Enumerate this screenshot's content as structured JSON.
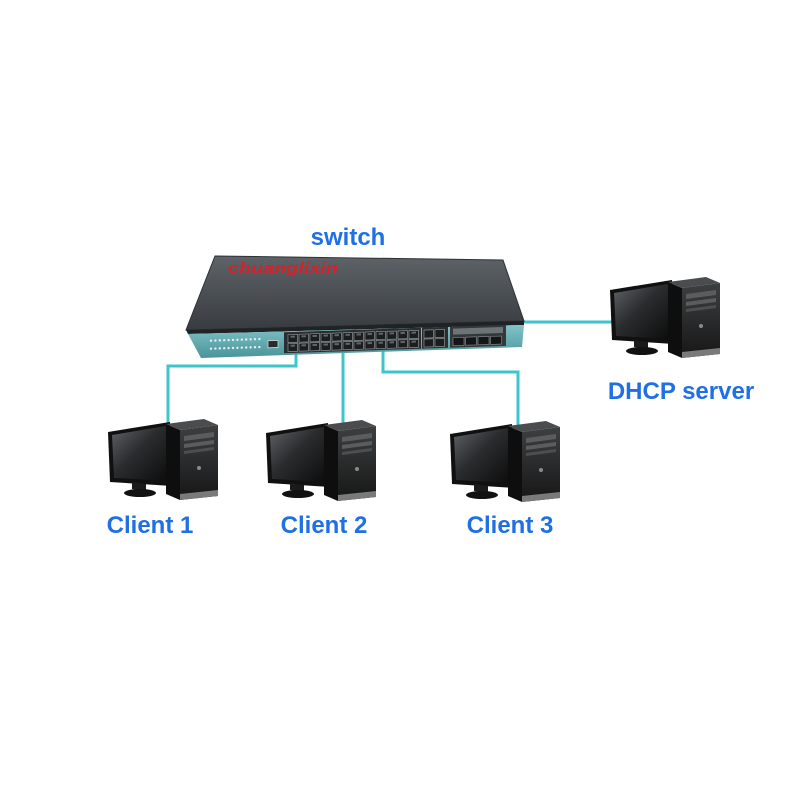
{
  "diagram": {
    "switch_label": "switch",
    "brand": "chuanglixin",
    "server_label": "DHCP server",
    "clients": [
      {
        "label": "Client 1"
      },
      {
        "label": "Client 2"
      },
      {
        "label": "Client 3"
      }
    ]
  },
  "colors": {
    "label": "#1f6fe5",
    "link": "#3cc6cc",
    "brand": "#d8202a"
  },
  "icons": {
    "switch": "network-switch-icon",
    "computer": "desktop-computer-icon"
  }
}
